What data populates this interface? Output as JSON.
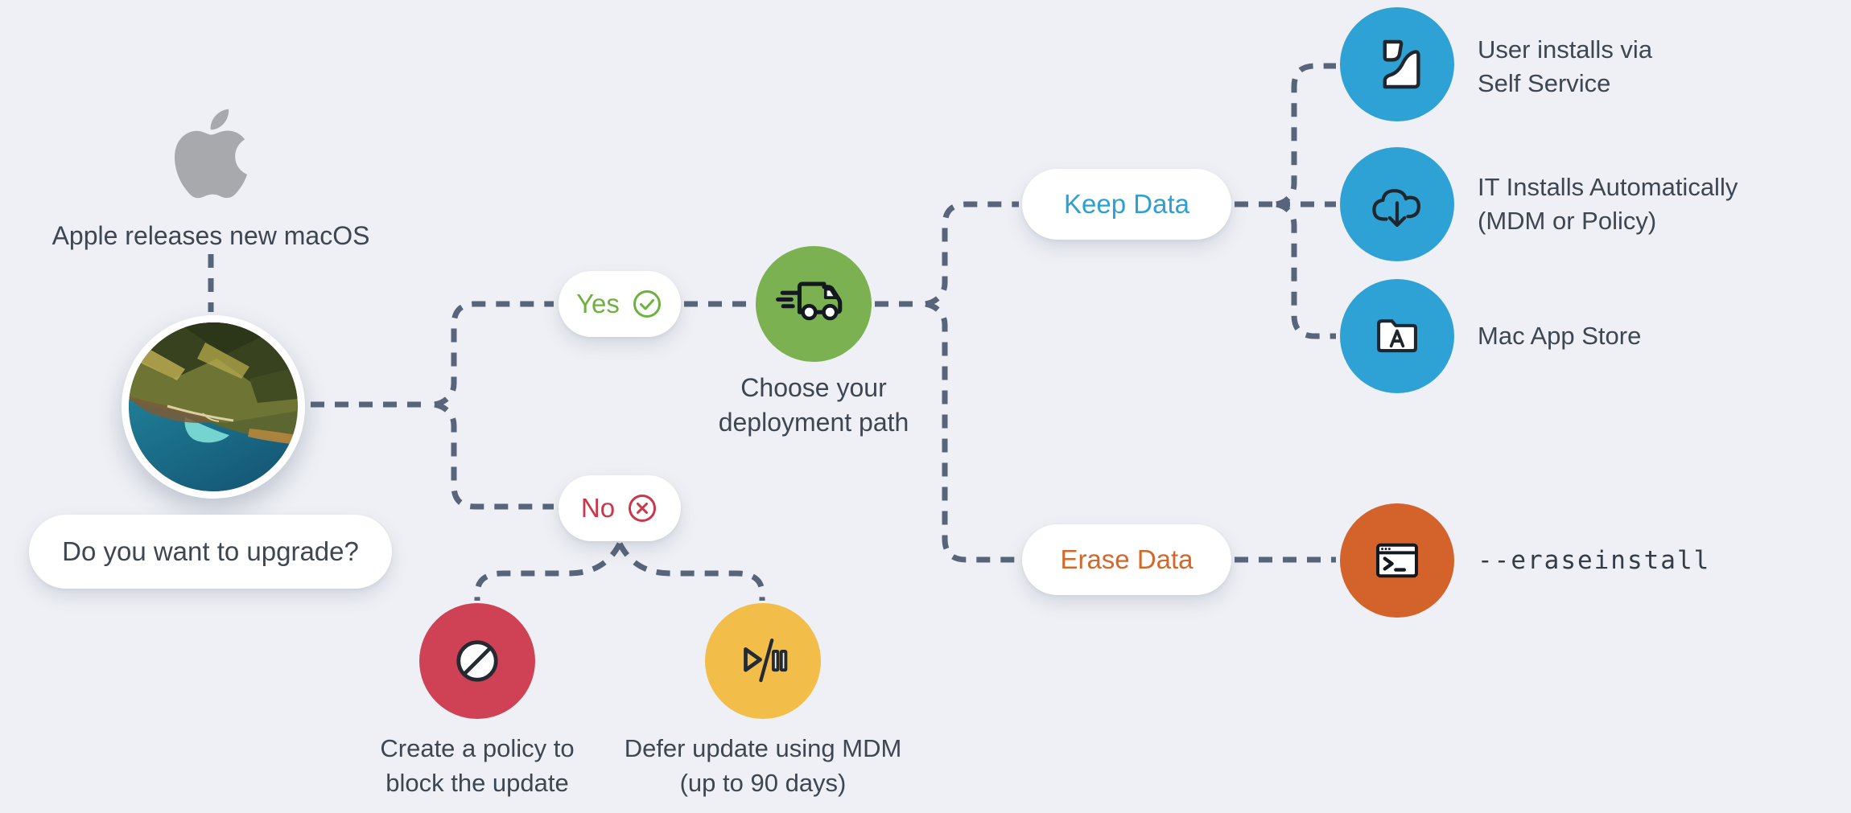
{
  "apple": {
    "caption": "Apple releases new macOS"
  },
  "question": {
    "label": "Do you want to upgrade?"
  },
  "yes_pill": {
    "label": "Yes"
  },
  "no_pill": {
    "label": "No"
  },
  "deployment": {
    "line1": "Choose your",
    "line2": "deployment path"
  },
  "keep_data": {
    "label": "Keep Data"
  },
  "erase_data": {
    "label": "Erase Data"
  },
  "self_service": {
    "line1": "User installs via",
    "line2": "Self Service"
  },
  "it_installs": {
    "line1": "IT Installs Automatically",
    "line2": "(MDM or Policy)"
  },
  "mac_app_store": {
    "label": "Mac App Store"
  },
  "erase_command": {
    "label": "--eraseinstall"
  },
  "block_update": {
    "line1": "Create a policy to",
    "line2": "block the update"
  },
  "defer_update": {
    "line1": "Defer update using MDM",
    "line2": "(up to 90 days)"
  },
  "colors": {
    "background": "#eef0f5",
    "dash": "#57647a",
    "green": "#7cb152",
    "blue": "#2fa2d5",
    "orange": "#d4622b",
    "red": "#cf4154",
    "yellow": "#f3bd4a",
    "yes_text": "#6db23f",
    "no_text": "#cb3648",
    "keep_text": "#2da0d3",
    "erase_text": "#d4682b",
    "apple_gray": "#a7a9ac",
    "text": "#3d4651"
  }
}
